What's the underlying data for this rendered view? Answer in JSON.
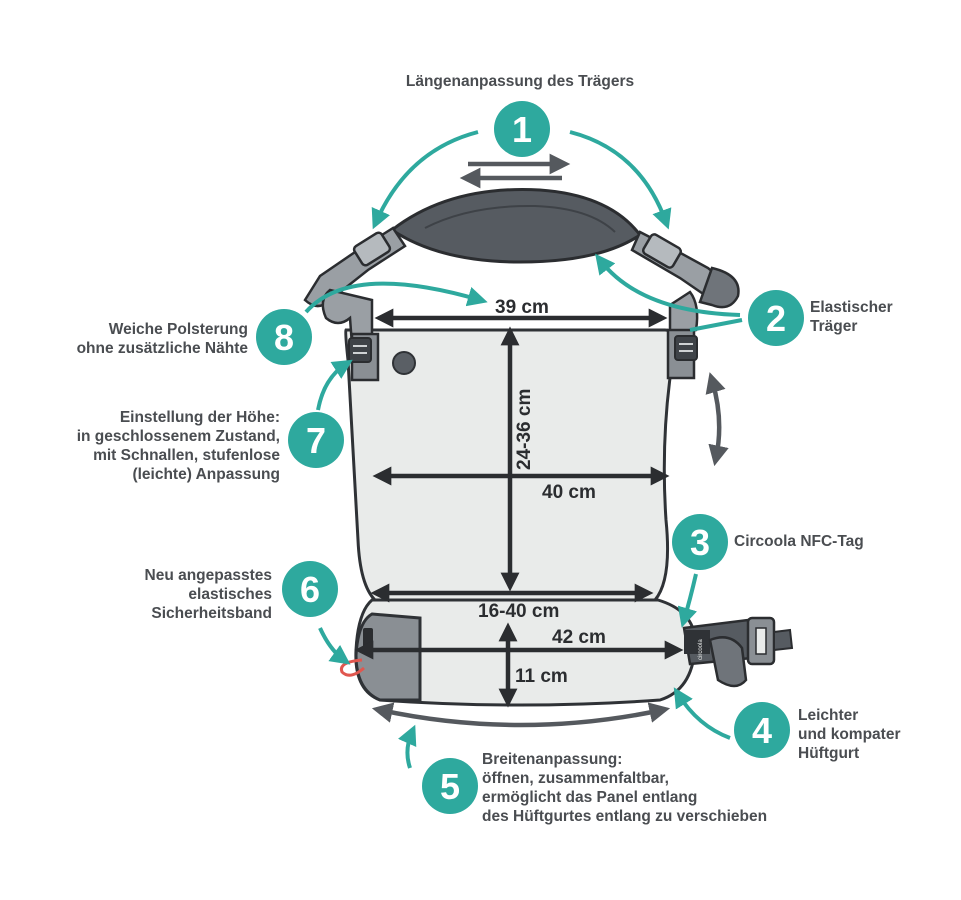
{
  "colors": {
    "teal": "#2ea99e",
    "dark": "#2b2d30",
    "panel": "#e9ebea",
    "outline": "#2f3236",
    "strap": "#565b61",
    "buckle_grey": "#8a8f94",
    "arrow_grey": "#55595e",
    "accent_red": "#e0574f"
  },
  "callouts": [
    {
      "number": "1",
      "lines": [
        "Längenanpassung des Trägers"
      ]
    },
    {
      "number": "2",
      "lines": [
        "Elastischer",
        "Träger"
      ]
    },
    {
      "number": "3",
      "lines": [
        "Circoola NFC-Tag"
      ]
    },
    {
      "number": "4",
      "lines": [
        "Leichter",
        "und kompater",
        "Hüftgurt"
      ]
    },
    {
      "number": "5",
      "lines": [
        "Breitenanpassung:",
        "öffnen, zusammenfaltbar,",
        "ermöglicht das Panel entlang",
        "des Hüftgurtes entlang zu verschieben"
      ]
    },
    {
      "number": "6",
      "lines": [
        "Neu angepasstes",
        "elastisches",
        "Sicherheitsband"
      ]
    },
    {
      "number": "7",
      "lines": [
        "Einstellung der Höhe:",
        "in geschlossenem Zustand,",
        "mit Schnallen, stufenlose",
        "(leichte) Anpassung"
      ]
    },
    {
      "number": "8",
      "lines": [
        "Weiche Polsterung",
        "ohne zusätzliche Nähte"
      ]
    }
  ],
  "measurements": {
    "top_width": "39 cm",
    "height": "24-36 cm",
    "panel_width": "40 cm",
    "waist_range": "16-40 cm",
    "belt_width": "42 cm",
    "belt_height": "11 cm"
  },
  "brand_tag": "circoola"
}
